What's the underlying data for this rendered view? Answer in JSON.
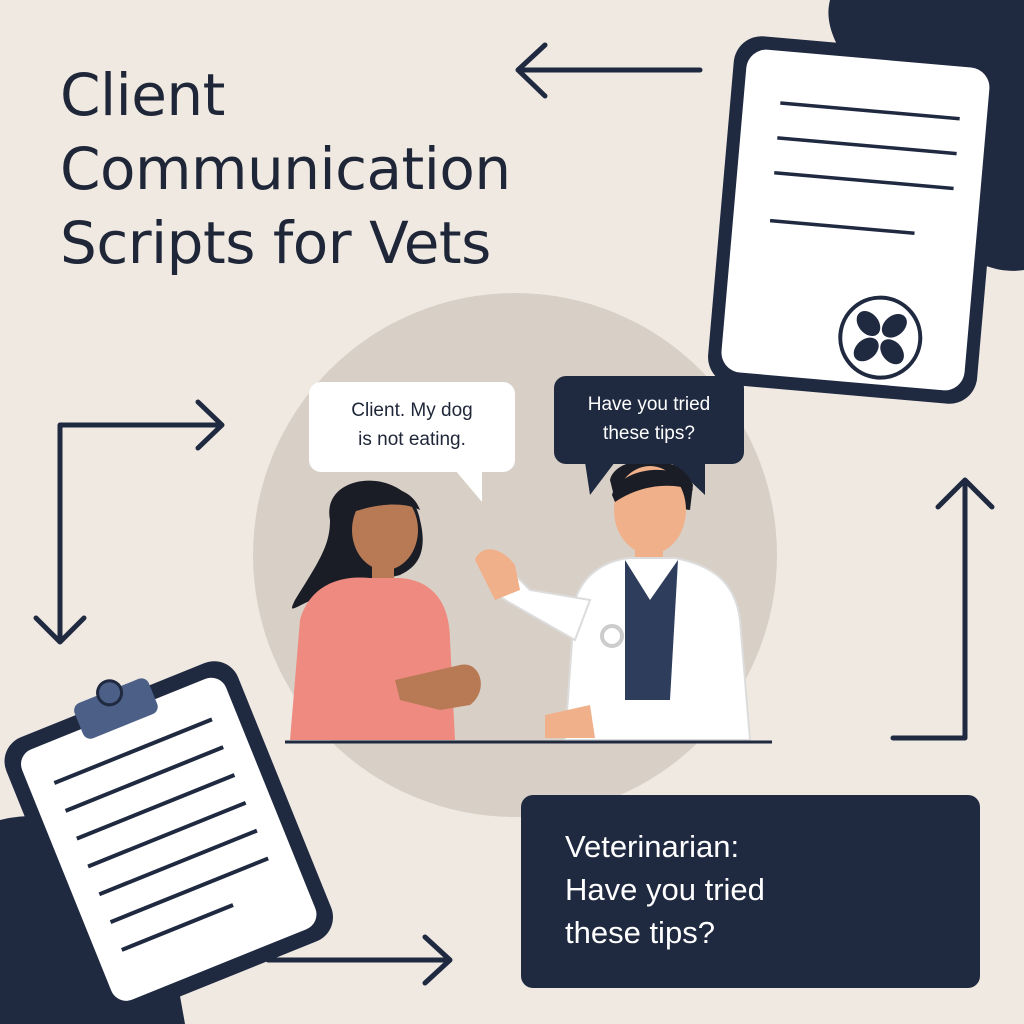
{
  "title": {
    "line1": "Client",
    "line2": "Communication",
    "line3": "Scripts for Vets"
  },
  "client_bubble": {
    "line1": "Client. My dog",
    "line2": "is not eating."
  },
  "vet_bubble": {
    "line1": "Have you tried",
    "line2": "these tips?"
  },
  "vet_card": {
    "line1": "Veterinarian:",
    "line2": "Have you tried",
    "line3": "these tips?"
  },
  "colors": {
    "navy": "#1f2940",
    "background": "#efe9e2",
    "circle": "#d8d0c6",
    "client_shirt": "#ef8a80",
    "skin": "#e9a883"
  }
}
